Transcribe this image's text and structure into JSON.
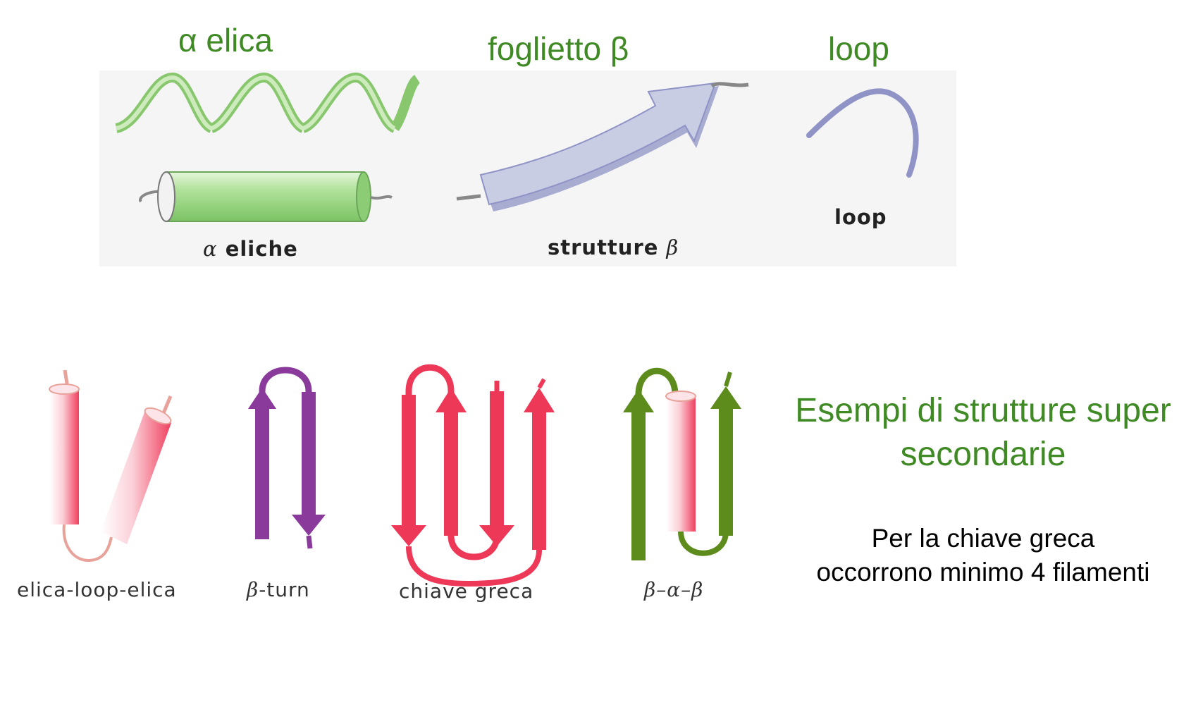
{
  "titles": {
    "alpha_helix": "α elica",
    "beta_sheet": "foglietto β",
    "loop": "loop"
  },
  "panel_labels": {
    "alpha_prefix": "α",
    "alpha_word": "eliche",
    "beta_word": "strutture",
    "beta_suffix": "β",
    "loop": "loop"
  },
  "motif_labels": {
    "helix_loop_helix": "elica-loop-elica",
    "beta_turn_prefix": "β",
    "beta_turn_word": "-turn",
    "greek_key": "chiave greca",
    "beta_alpha_beta": "β–α–β"
  },
  "heading": {
    "line1": "Esempi di strutture super",
    "line2": "secondarie"
  },
  "note": {
    "line1": "Per la chiave greca",
    "line2": "occorrono minimo 4 filamenti"
  },
  "colors": {
    "title_green": "#3f8a24",
    "helix_ribbon": "#a6d88e",
    "cylinder_green": "#9fd98a",
    "sheet_arrow": "#c9cde4",
    "loop_line": "#8f93c6",
    "helix_red": "#f0405f",
    "turn_purple": "#8a3a9a",
    "strand_red": "#ee3858",
    "strand_green": "#5d8c1c"
  }
}
